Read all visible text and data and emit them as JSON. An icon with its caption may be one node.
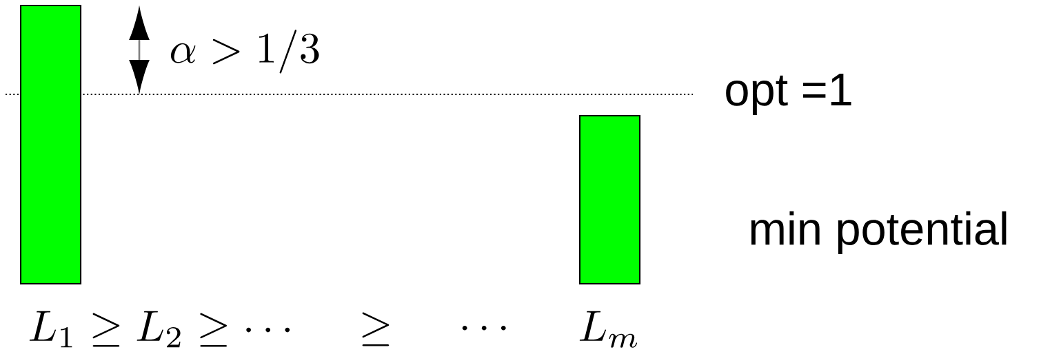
{
  "diagram": {
    "nodes": [
      {
        "text": [],
        "shape": "bar"
      },
      {
        "text": [],
        "shape": "bar"
      }
    ],
    "labels": [
      "\\alpha > 1/3",
      "opt =1",
      "min potential",
      "L_1 \\geq L_2 \\geq \\cdots",
      "\\geq",
      "\\cdots",
      "L_m"
    ]
  }
}
